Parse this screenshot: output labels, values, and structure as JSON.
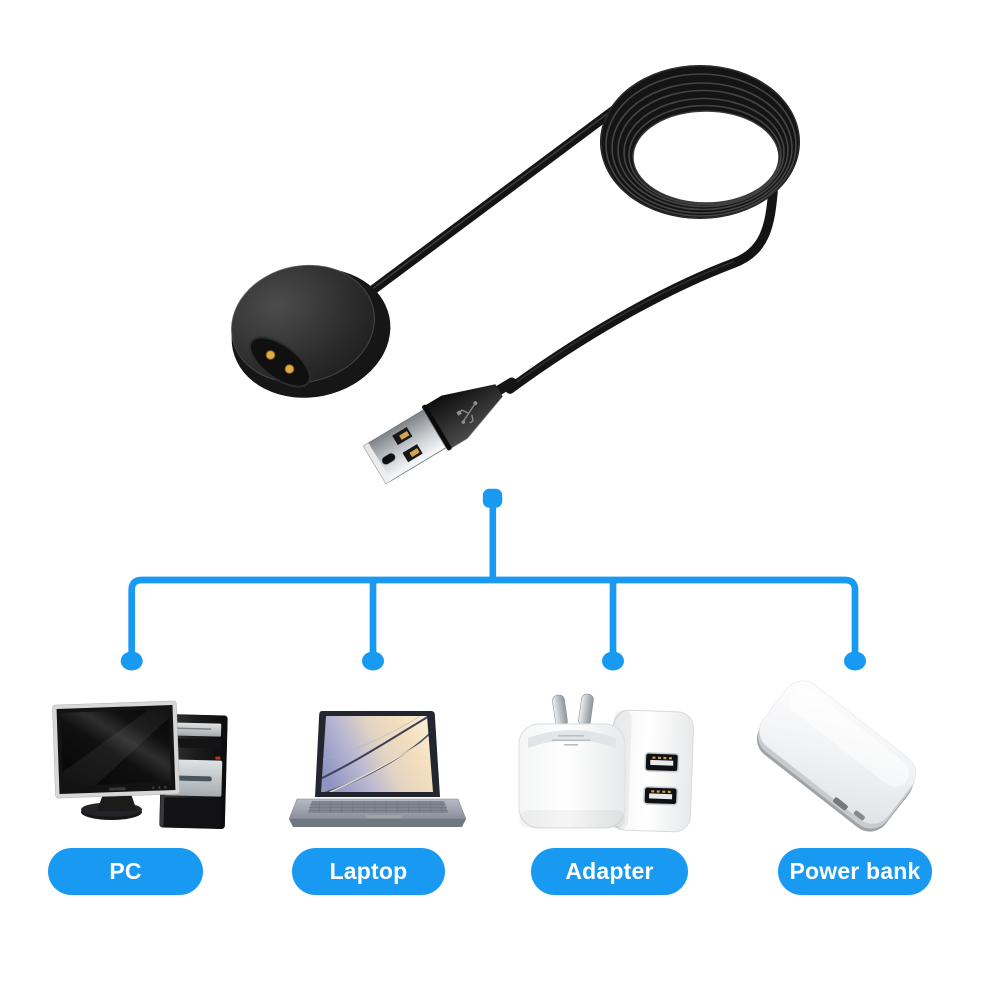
{
  "background_color": "#ffffff",
  "accent_color": "#1899F2",
  "hero": {
    "illustration": "magnetic-usb-charging-cable",
    "parts": [
      "coiled-cable",
      "magnetic-charging-dock",
      "usb-a-plug"
    ],
    "cable_color": "#141414"
  },
  "compatibility": {
    "pill_text_color": "#ffffff",
    "pill_color": "#1899F2",
    "targets": [
      {
        "illustration": "desktop-pc",
        "label": "PC"
      },
      {
        "illustration": "laptop",
        "label": "Laptop"
      },
      {
        "illustration": "dual-usb-wall-adapter",
        "label": "Adapter"
      },
      {
        "illustration": "power-bank",
        "label": "Power bank"
      }
    ]
  }
}
